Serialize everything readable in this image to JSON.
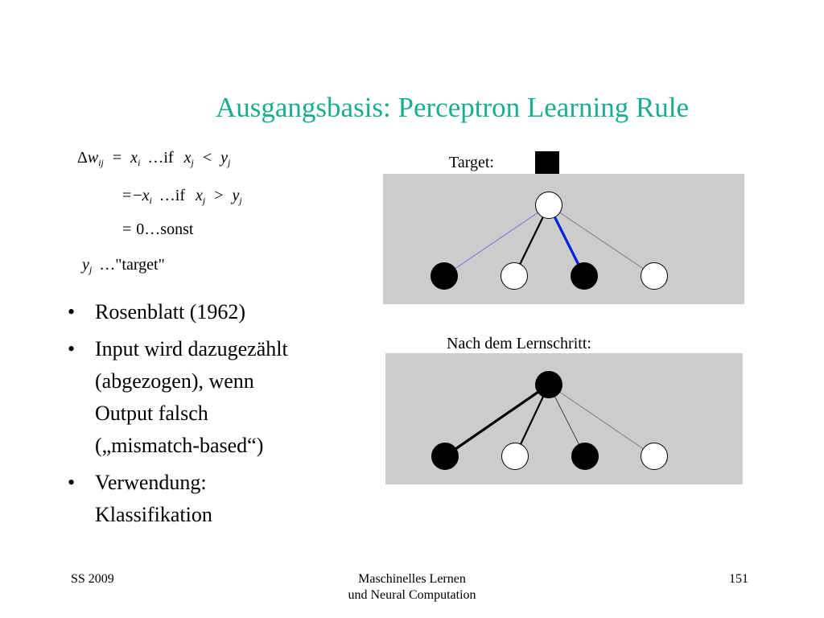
{
  "title": "Ausgangsbasis: Perceptron Learning Rule",
  "formula": {
    "line1": {
      "delta": "Δ",
      "w": "w",
      "w_sub": "ij",
      "eq": "=",
      "x": "x",
      "x_sub": "i",
      "dots": "…",
      "cond": "if",
      "xj": "x",
      "xj_sub": "j",
      "op": "<",
      "yj": "y",
      "yj_sub": "j"
    },
    "line2": {
      "eq": "=",
      "minus": "−",
      "x": "x",
      "x_sub": "i",
      "dots": "…",
      "cond": "if",
      "xj": "x",
      "xj_sub": "j",
      "op": ">",
      "yj": "y",
      "yj_sub": "j"
    },
    "line3": {
      "eq": "=",
      "zero": "0",
      "dots": "…",
      "word": "sonst"
    },
    "line4": {
      "y": "y",
      "y_sub": "j",
      "dots": "…",
      "word": "\"target\""
    }
  },
  "bullets": [
    {
      "marker": "•",
      "lines": [
        "Rosenblatt (1962)"
      ]
    },
    {
      "marker": "•",
      "lines": [
        "Input wird dazugezählt",
        "(abgezogen), wenn",
        "Output falsch",
        "(„mismatch-based“)"
      ]
    },
    {
      "marker": "•",
      "lines": [
        "Verwendung:",
        "Klassifikation"
      ]
    }
  ],
  "diagram_top": {
    "label": "Target:",
    "target": "filled",
    "output": "empty",
    "inputs": [
      "filled",
      "empty",
      "filled",
      "empty"
    ],
    "connections": [
      {
        "input": 0,
        "color": "#6f6fe0",
        "weight": "thin"
      },
      {
        "input": 1,
        "color": "#000000",
        "weight": "medium"
      },
      {
        "input": 2,
        "color": "#0022dd",
        "weight": "thick"
      },
      {
        "input": 3,
        "color": "#808080",
        "weight": "thin"
      }
    ]
  },
  "diagram_bottom": {
    "label": "Nach dem Lernschritt:",
    "output": "filled",
    "inputs": [
      "filled",
      "empty",
      "filled",
      "empty"
    ],
    "connections": [
      {
        "input": 0,
        "color": "#000000",
        "weight": "thick"
      },
      {
        "input": 1,
        "color": "#000000",
        "weight": "medium"
      },
      {
        "input": 2,
        "color": "#404040",
        "weight": "thin"
      },
      {
        "input": 3,
        "color": "#808080",
        "weight": "thin"
      }
    ]
  },
  "footer": {
    "left": "SS 2009",
    "center_line1": "Maschinelles Lernen",
    "center_line2": "und Neural Computation",
    "right": "151"
  }
}
